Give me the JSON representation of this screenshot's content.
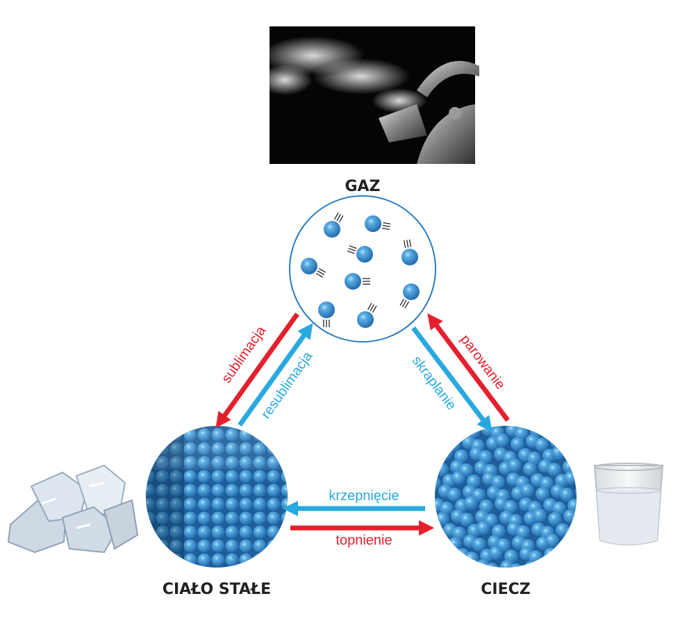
{
  "colors": {
    "red": "#e5202e",
    "cyan": "#29a9df",
    "sphere": "#2a7cc0",
    "sphere_light": "#8fd0f5",
    "circle_border": "#2a7cc0",
    "label": "#222222"
  },
  "states": {
    "gas": "GAZ",
    "solid": "CIAŁO STAŁE",
    "liquid": "CIECZ"
  },
  "processes": {
    "sublimation": "sublimacja",
    "resublimation": "resublimacja",
    "condensation": "skraplanie",
    "evaporation": "parowanie",
    "freezing": "krzepnięcie",
    "melting": "topnienie"
  },
  "images": {
    "kettle": "kettle-steam-photo",
    "ice": "ice-cubes-photo",
    "glass": "water-glass-photo"
  }
}
